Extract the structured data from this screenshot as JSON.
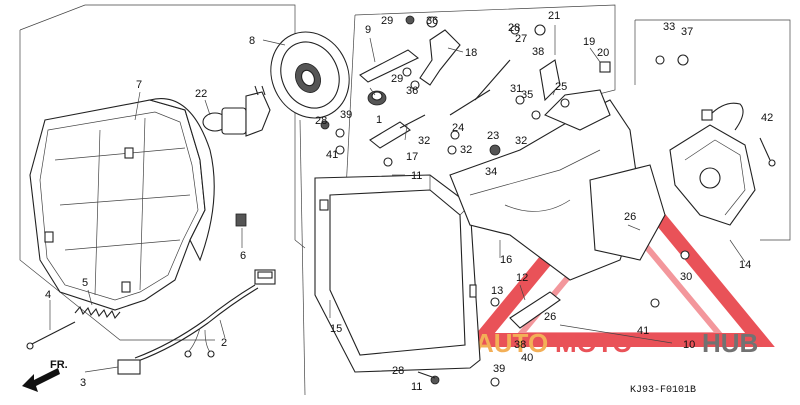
{
  "diagram_code": "KJ93-F0101B",
  "direction_label": "FR.",
  "watermark": {
    "part1": "AUTO",
    "part2": "MOTO",
    "part3": "HUB",
    "color_a": "#f2a23a",
    "color_b": "#e6343c",
    "color_c": "#5a5a5a"
  },
  "callouts": {
    "c1": "1",
    "c2": "2",
    "c3": "3",
    "c4": "4",
    "c5": "5",
    "c6": "6",
    "c7": "7",
    "c8": "8",
    "c9": "9",
    "c10": "10",
    "c11a": "11",
    "c11b": "11",
    "c12": "12",
    "c13": "13",
    "c14": "14",
    "c15": "15",
    "c16": "16",
    "c17": "17",
    "c18": "18",
    "c19": "19",
    "c20": "20",
    "c21": "21",
    "c22": "22",
    "c23": "23",
    "c24": "24",
    "c25": "25",
    "c26a": "26",
    "c26b": "26",
    "c27": "27",
    "c28a": "28",
    "c28b": "28",
    "c28c": "28",
    "c29a": "29",
    "c29b": "29",
    "c30": "30",
    "c31": "31",
    "c32a": "32",
    "c32b": "32",
    "c32c": "32",
    "c33": "33",
    "c34": "34",
    "c35": "35",
    "c36a": "36",
    "c36b": "36",
    "c37": "37",
    "c38a": "38",
    "c38b": "38",
    "c39a": "39",
    "c39b": "39",
    "c40": "40",
    "c41a": "41",
    "c41b": "41",
    "c42": "42"
  }
}
